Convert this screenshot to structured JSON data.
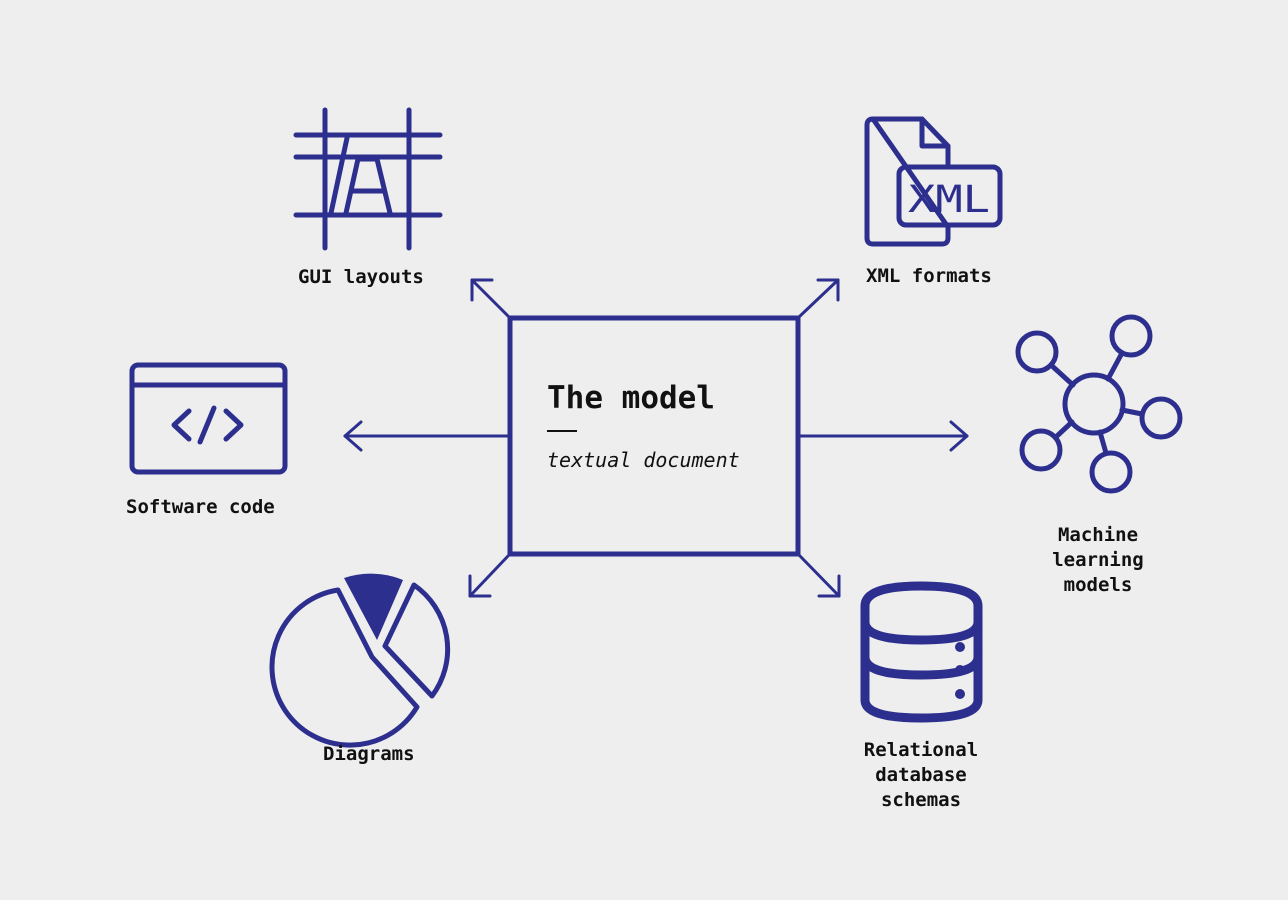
{
  "center": {
    "title": "The model",
    "dash": "—",
    "subtitle": "textual document"
  },
  "nodes": {
    "gui": {
      "label": "GUI layouts",
      "icon": "grid-letter-a-icon"
    },
    "xml": {
      "label": "XML formats",
      "icon": "xml-file-icon",
      "icon_text": "XML"
    },
    "code": {
      "label": "Software code",
      "icon": "code-window-icon",
      "icon_text": "</>"
    },
    "ml": {
      "label_lines": [
        "Machine",
        "learning",
        "models"
      ],
      "icon": "network-icon"
    },
    "diagrams": {
      "label": "Diagrams",
      "icon": "pie-chart-icon"
    },
    "db": {
      "label_lines": [
        "Relational",
        "database",
        "schemas"
      ],
      "icon": "database-icon"
    }
  },
  "colors": {
    "accent": "#2d2f8f",
    "text": "#111111",
    "background": "#eeeeee"
  }
}
